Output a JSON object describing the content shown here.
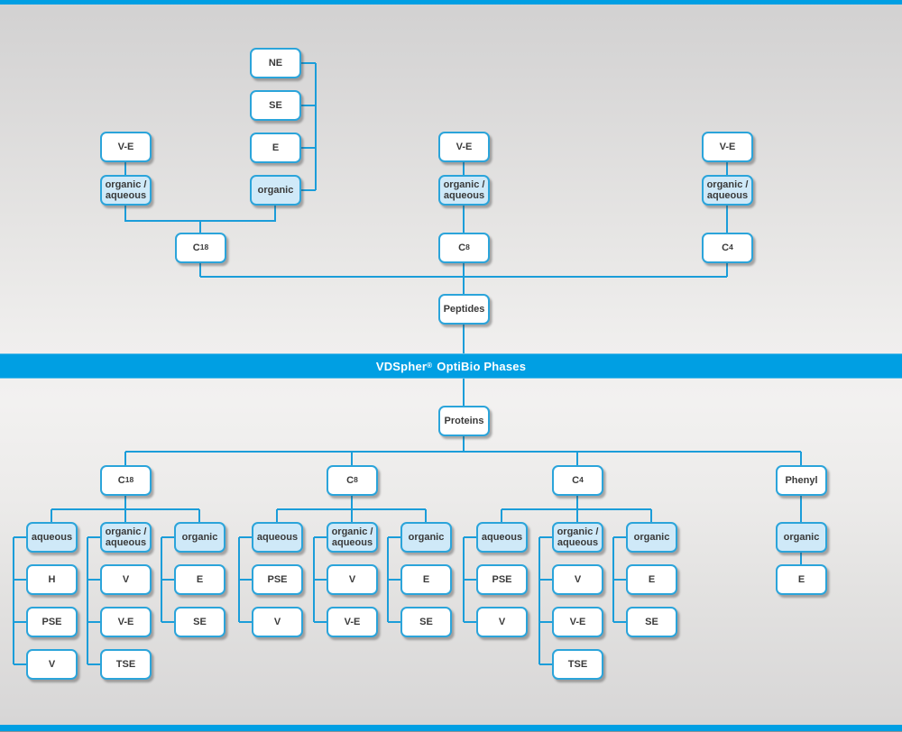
{
  "banner": {
    "brand": "VDSpher",
    "reg": "®",
    "rest": "OptiBio Phases"
  },
  "colors": {
    "accent_blue": "#009fe3",
    "line_blue": "#1b9dd9",
    "box_border": "#2ba4da",
    "highlight_fill": "#cfe9f8",
    "box_fill": "#ffffff",
    "text": "#3a3a3a"
  },
  "peptides": {
    "root": "Peptides",
    "c18_branch": {
      "ve": "V-E",
      "mode": "organic /\naqueous",
      "phase": "C18",
      "organic_chain": {
        "ne": "NE",
        "se": "SE",
        "e": "E",
        "organic": "organic"
      }
    },
    "c8_branch": {
      "ve": "V-E",
      "mode": "organic /\naqueous",
      "phase": "C8"
    },
    "c4_branch": {
      "ve": "V-E",
      "mode": "organic /\naqueous",
      "phase": "C4"
    }
  },
  "proteins": {
    "root": "Proteins",
    "columns": [
      {
        "phase": "C18",
        "groups": [
          {
            "mode": "aqueous",
            "children": [
              "H",
              "PSE",
              "V"
            ]
          },
          {
            "mode": "organic /\naqueous",
            "children": [
              "V",
              "V-E",
              "TSE"
            ]
          },
          {
            "mode": "organic",
            "children": [
              "E",
              "SE"
            ]
          }
        ]
      },
      {
        "phase": "C8",
        "groups": [
          {
            "mode": "aqueous",
            "children": [
              "PSE",
              "V"
            ]
          },
          {
            "mode": "organic /\naqueous",
            "children": [
              "V",
              "V-E"
            ]
          },
          {
            "mode": "organic",
            "children": [
              "E",
              "SE"
            ]
          }
        ]
      },
      {
        "phase": "C4",
        "groups": [
          {
            "mode": "aqueous",
            "children": [
              "PSE",
              "V"
            ]
          },
          {
            "mode": "organic /\naqueous",
            "children": [
              "V",
              "V-E",
              "TSE"
            ]
          },
          {
            "mode": "organic",
            "children": [
              "E",
              "SE"
            ]
          }
        ]
      },
      {
        "phase": "Phenyl",
        "groups": [
          {
            "mode": "organic",
            "children": [
              "E"
            ]
          }
        ]
      }
    ]
  }
}
